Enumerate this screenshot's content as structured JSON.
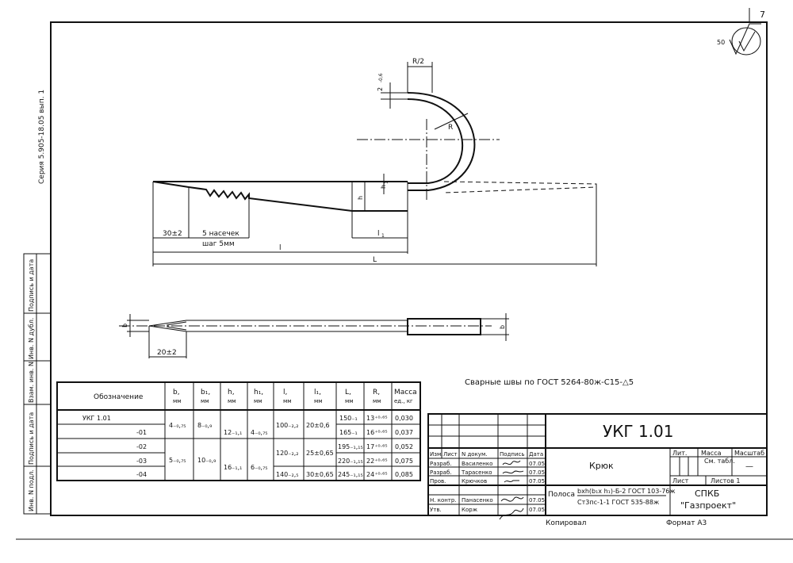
{
  "sheet_number": "7",
  "roughness": {
    "value": "50"
  },
  "series_label": "Серия 5.905-18.05 вып. 1",
  "left_stamp": [
    "Инв. N подл.",
    "Подпись и дата",
    "Взам. инв. N",
    "Инв. N дубл.",
    "Подпись и дата"
  ],
  "dims": {
    "r_half": "R/2",
    "thk": "2",
    "thk_sub": "-0,6",
    "h1": "h",
    "h1_sub": "1",
    "h": "h",
    "r": "R",
    "d30": "30±2",
    "notches1": "5 насечек",
    "notches2": "шаг 5мм",
    "l": "l",
    "l1": "l",
    "l1_sub": "1",
    "L": "L",
    "b": "b",
    "b1": "b",
    "b1_sub": "1",
    "d20": "20±2"
  },
  "weld_note": "Сварные швы по ГОСТ 5264-80ж-С15-△5",
  "table": {
    "headers": [
      {
        "main": "Обозначение",
        "sub": ""
      },
      {
        "main": "b,",
        "sub": "мм"
      },
      {
        "main": "b₁,",
        "sub": "мм"
      },
      {
        "main": "h,",
        "sub": "мм"
      },
      {
        "main": "h₁,",
        "sub": "мм"
      },
      {
        "main": "l,",
        "sub": "мм"
      },
      {
        "main": "l₁,",
        "sub": "мм"
      },
      {
        "main": "L,",
        "sub": "мм"
      },
      {
        "main": "R,",
        "sub": "мм"
      },
      {
        "main": "Масса",
        "sub": "ед., кг"
      }
    ],
    "rows": [
      {
        "des": "УКГ 1.01",
        "L": "150₋₁",
        "R": "13⁺⁰·⁶⁵",
        "mass": "0,030"
      },
      {
        "des": "-01",
        "L": "165₋₁",
        "R": "16⁺⁰·⁶⁵",
        "mass": "0,037"
      },
      {
        "des": "-02",
        "L": "195₋₁,₁₅",
        "R": "17⁺⁰·⁶⁵",
        "mass": "0,052"
      },
      {
        "des": "-03",
        "L": "220₋₁,₁₅",
        "R": "22⁺⁰·⁶⁵",
        "mass": "0,075"
      },
      {
        "des": "-04",
        "L": "245₋₁,₁₅",
        "R": "24⁺⁰·⁶⁵",
        "mass": "0,085"
      }
    ],
    "merged": {
      "b_a": "4₋₀,₇₅",
      "b_b": "5₋₀,₇₅",
      "b1_a": "8₋₀,₉",
      "b1_b": "10₋₀,₉",
      "h_a": "12₋₁,₁",
      "h_b": "16₋₁,₁",
      "h1_a": "4₋₀,₇₅",
      "h1_b": "6₋₀,₇₅",
      "l_a": "100₋₂,₂",
      "l_b": "120₋₂,₂",
      "l_c": "140₋₂,₅",
      "l1_a": "20±0,6",
      "l1_b": "25±0,65",
      "l1_c": "30±0,65"
    }
  },
  "title_block": {
    "doc_code": "УКГ 1.01",
    "part_name": "Крюк",
    "lit": "Лит.",
    "mass": "Масса",
    "scale": "Масштаб",
    "mass_val": "См. табл.",
    "scale_val": "—",
    "sheet": "Лист",
    "sheets": "Листов 1",
    "material_prefix": "Полоса",
    "material_top": "bxh(b₁x h₁)-Б-2 ГОСТ 103-76ж",
    "material_bottom": "Ст3пс-1-1 ГОСТ 535-88ж",
    "org1": "СПКБ",
    "org2": "\"Газпроект\"",
    "hdr": [
      "Изм.",
      "Лист",
      "N докум.",
      "Подпись",
      "Дата"
    ],
    "people": [
      {
        "role": "Разраб.",
        "name": "Василенко",
        "date": "07.05"
      },
      {
        "role": "Разраб.",
        "name": "Тарасенко",
        "date": "07.05"
      },
      {
        "role": "Пров.",
        "name": "Крючков",
        "date": "07.05"
      },
      {
        "role": "Н. контр.",
        "name": "Панасенко",
        "date": "07.05"
      },
      {
        "role": "Утв.",
        "name": "Корж",
        "date": "07.05"
      }
    ],
    "copied": "Копировал",
    "format": "Формат А3"
  }
}
